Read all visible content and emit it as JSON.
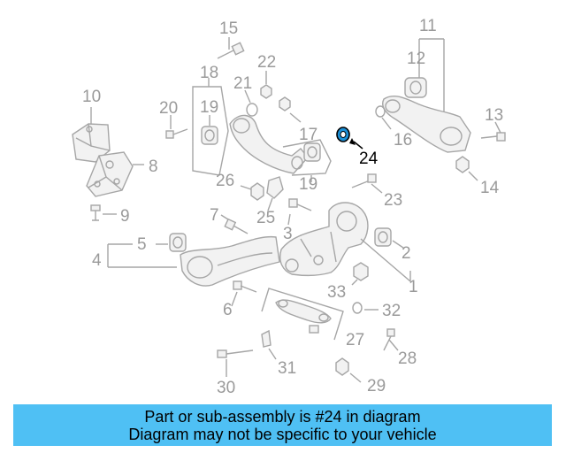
{
  "diagram": {
    "highlighted_part": "24",
    "labels": [
      "1",
      "2",
      "3",
      "4",
      "5",
      "6",
      "7",
      "8",
      "9",
      "10",
      "11",
      "12",
      "13",
      "14",
      "15",
      "16",
      "17",
      "18",
      "19",
      "19",
      "20",
      "21",
      "22",
      "23",
      "24",
      "25",
      "26",
      "27",
      "28",
      "29",
      "30",
      "31",
      "32",
      "33"
    ],
    "colors": {
      "part_lines": "#a6a6a6",
      "part_labels": "#9a9a9a",
      "highlight_fill": "#1a8fd6",
      "highlight_label": "#000000"
    }
  },
  "banner": {
    "line1": "Part or sub-assembly is #24 in diagram",
    "line2": "Diagram may not be specific to your vehicle",
    "color": "#4fc0f4"
  }
}
